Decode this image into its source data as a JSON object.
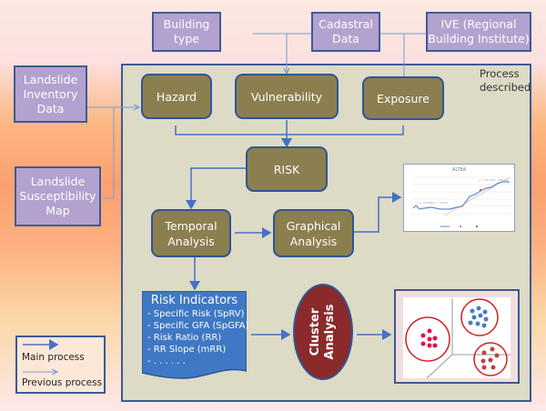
{
  "sources": {
    "building_type": "Building type",
    "cadastral": "Cadastral Data",
    "ive": "IVE (Regional Building Institute)",
    "inventory": "Landslide Inventory Data",
    "susceptibility": "Landslide Susceptibility Map"
  },
  "process_label": "Process described",
  "processes": {
    "hazard": "Hazard",
    "vulnerability": "Vulnerability",
    "exposure": "Exposure",
    "risk": "RISK",
    "temporal": "Temporal Analysis",
    "graphical": "Graphical Analysis"
  },
  "risk_indicators": {
    "title": "Risk Indicators",
    "items": [
      "- Specific Risk (SpRV)",
      "- Specific GFA (SpGFA)",
      "- Risk Ratio (RR)",
      "- RR Slope (mRR)",
      "- . . . . . ."
    ]
  },
  "cluster": {
    "line1": "Cluster",
    "line2": "Analysis"
  },
  "legend": {
    "main": "Main process",
    "previous": "Previous process"
  },
  "thumbnail_chart": {
    "title": "ALTEA"
  },
  "colors": {
    "source_fill": "#b3a2cf",
    "process_fill": "#8b7f4f",
    "border_blue": "#2f5597",
    "indicator_fill": "#3f78c4",
    "cluster_fill": "#8a2a2a",
    "panel_fill": "#dddac6"
  }
}
